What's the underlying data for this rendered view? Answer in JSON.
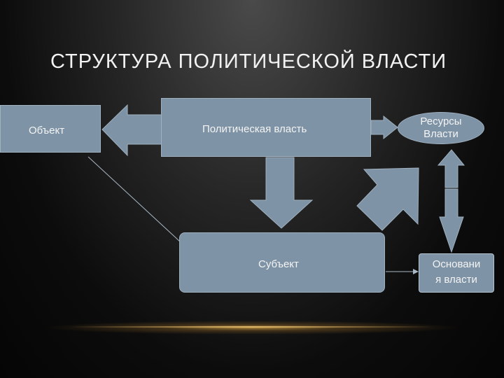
{
  "title": "СТРУКТУРА ПОЛИТИЧЕСКОЙ ВЛАСТИ",
  "nodes": {
    "object": "Объект",
    "political_power": "Политическая власть",
    "resources_line1": "Ресурсы",
    "resources_line2": "Власти",
    "subject": "Субъект",
    "foundations_line1": "Основани",
    "foundations_line2": "я власти"
  },
  "colors": {
    "box_fill": "#7e93a6",
    "title_text": "#f2f2f2",
    "accent_glow": "#d8a848"
  }
}
